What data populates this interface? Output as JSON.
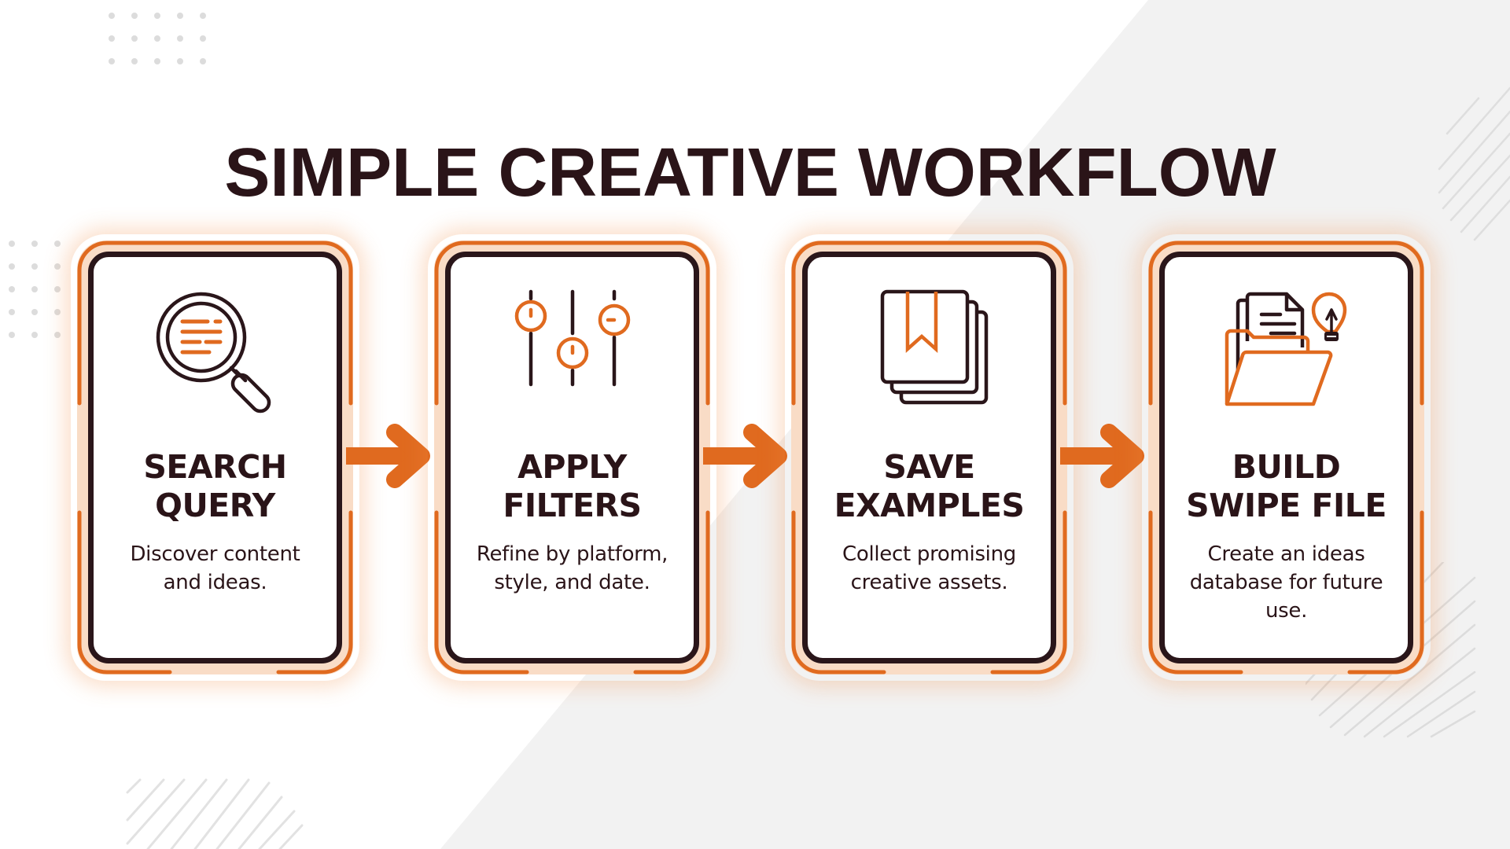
{
  "title": "SIMPLE CREATIVE WORKFLOW",
  "colors": {
    "accent": "#e06a1f",
    "dark": "#2a1418",
    "background": "#ffffff",
    "panel": "#f2f2f2",
    "frame_band": "#f9dcc6"
  },
  "steps": [
    {
      "icon": "magnifier-document-icon",
      "heading": [
        "SEARCH",
        "QUERY"
      ],
      "description": [
        "Discover content",
        "and ideas."
      ]
    },
    {
      "icon": "sliders-filter-icon",
      "heading": [
        "APPLY",
        "FILTERS"
      ],
      "description": [
        "Refine by platform,",
        "style, and date."
      ]
    },
    {
      "icon": "bookmark-stack-icon",
      "heading": [
        "SAVE",
        "EXAMPLES"
      ],
      "description": [
        "Collect promising",
        "creative assets."
      ]
    },
    {
      "icon": "folder-lightbulb-icon",
      "heading": [
        "BUILD",
        "SWIPE FILE"
      ],
      "description": [
        "Create an ideas",
        "database for future",
        "use."
      ]
    }
  ],
  "connectors": [
    "arrow-right",
    "arrow-right",
    "arrow-right"
  ]
}
